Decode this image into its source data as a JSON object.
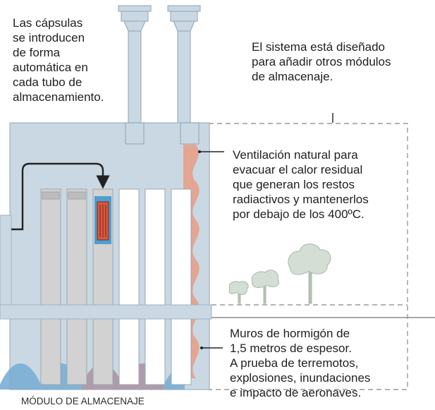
{
  "captions": {
    "capsules": "Las cápsulas\nse introducen\nde forma\nautomática en\ncada tubo de\nalmacenamiento.",
    "modules": "El sistema está diseñado\npara añadir otros módulos\nde almacenaje.",
    "ventilation": "Ventilación natural para\nevacuar el calor residual\nque generan los restos\nradiactivos y mantenerlos\npor debajo de los 400ºC.",
    "walls": "Muros  de hormigón de\n1,5 metros de espesor.\nA prueba de terremotos,\nexplosiones, inundaciones\ne impacto de aeronaves.",
    "module_label": "MÓDULO DE ALMACENAJE"
  },
  "colors": {
    "building": "#c9d8e3",
    "building_stroke": "#9fb3c2",
    "tube_filled": "#cfcfcf",
    "tube_empty": "#ffffff",
    "capsule": "#d9573e",
    "capsule_holder": "#4d9fcf",
    "warm_air": "#e08a72",
    "cool_air": "#6aa3cc",
    "tree": "#cfd9cf",
    "dashed": "#9a9a9a"
  }
}
